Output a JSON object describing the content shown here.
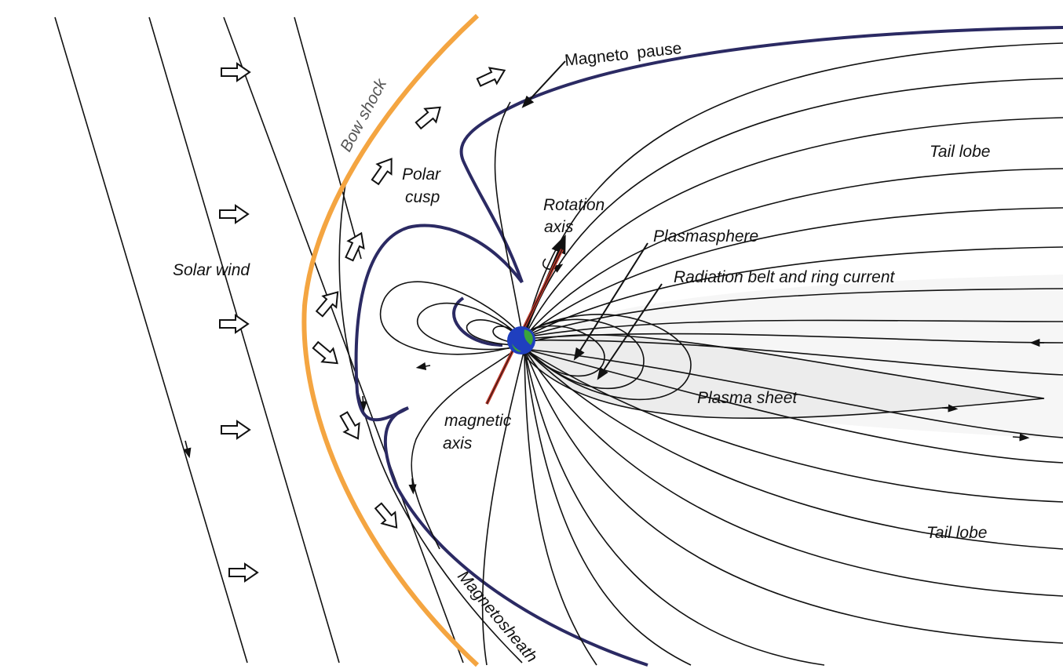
{
  "diagram": {
    "labels": {
      "bow_shock": "Bow shock",
      "magnetopause_a": "Magneto",
      "magnetopause_b": "pause",
      "tail_lobe_top": "Tail lobe",
      "tail_lobe_bottom": "Tail lobe",
      "polar_cusp_1": "Polar",
      "polar_cusp_2": "cusp",
      "rotation_axis_1": "Rotation",
      "rotation_axis_2": "axis",
      "plasmasphere": "Plasmasphere",
      "radiation_belt": "Radiation belt and ring current",
      "solar_wind": "Solar wind",
      "plasma_sheet": "Plasma sheet",
      "magnetic_axis_1": "magnetic",
      "magnetic_axis_2": "axis",
      "magnetosheath": "Magnetosheath"
    },
    "colors": {
      "bow_shock": "#f4a541",
      "magnetopause": "#2b2a63",
      "field_lines": "#111111",
      "earth_ocean": "#1f3fbf",
      "earth_land": "#3aa53a",
      "axis_red": "#c0392b",
      "region_fill": "#f2f2f2"
    }
  }
}
